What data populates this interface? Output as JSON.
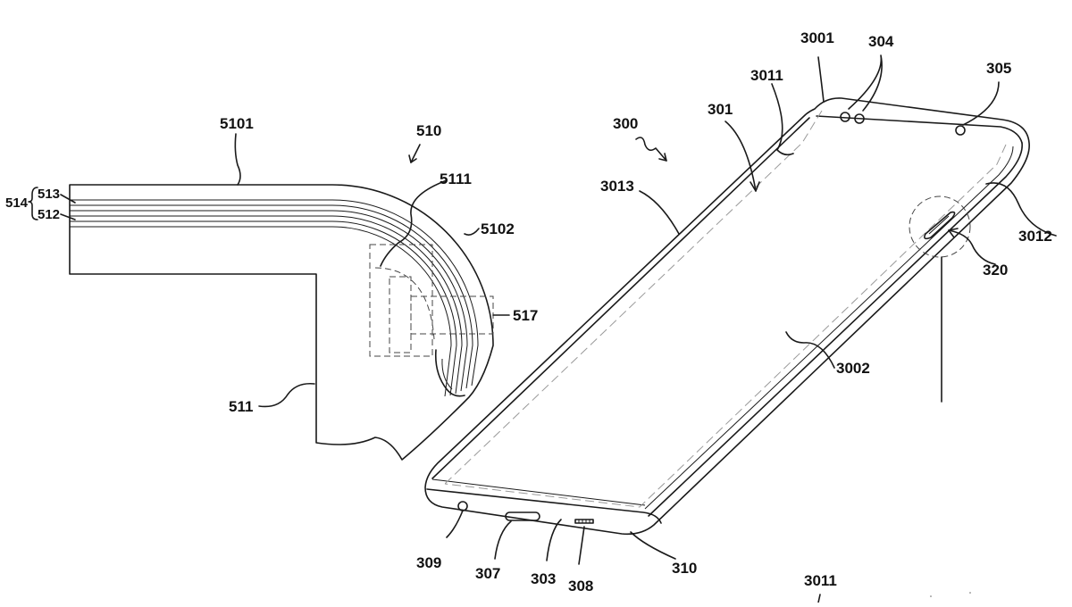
{
  "figure": {
    "labels": {
      "l5101": "5101",
      "l510": "510",
      "l5111": "5111",
      "l5102": "5102",
      "l514": "514",
      "l513": "513",
      "l512": "512",
      "l517": "517",
      "l511": "511",
      "l300": "300",
      "l301": "301",
      "l3011_top": "3011",
      "l3001": "3001",
      "l304": "304",
      "l305": "305",
      "l3013": "3013",
      "l3012": "3012",
      "l320": "320",
      "l3002": "3002",
      "l309": "309",
      "l307": "307",
      "l303": "303",
      "l308": "308",
      "l310": "310",
      "l3011_bottom": "3011"
    }
  }
}
